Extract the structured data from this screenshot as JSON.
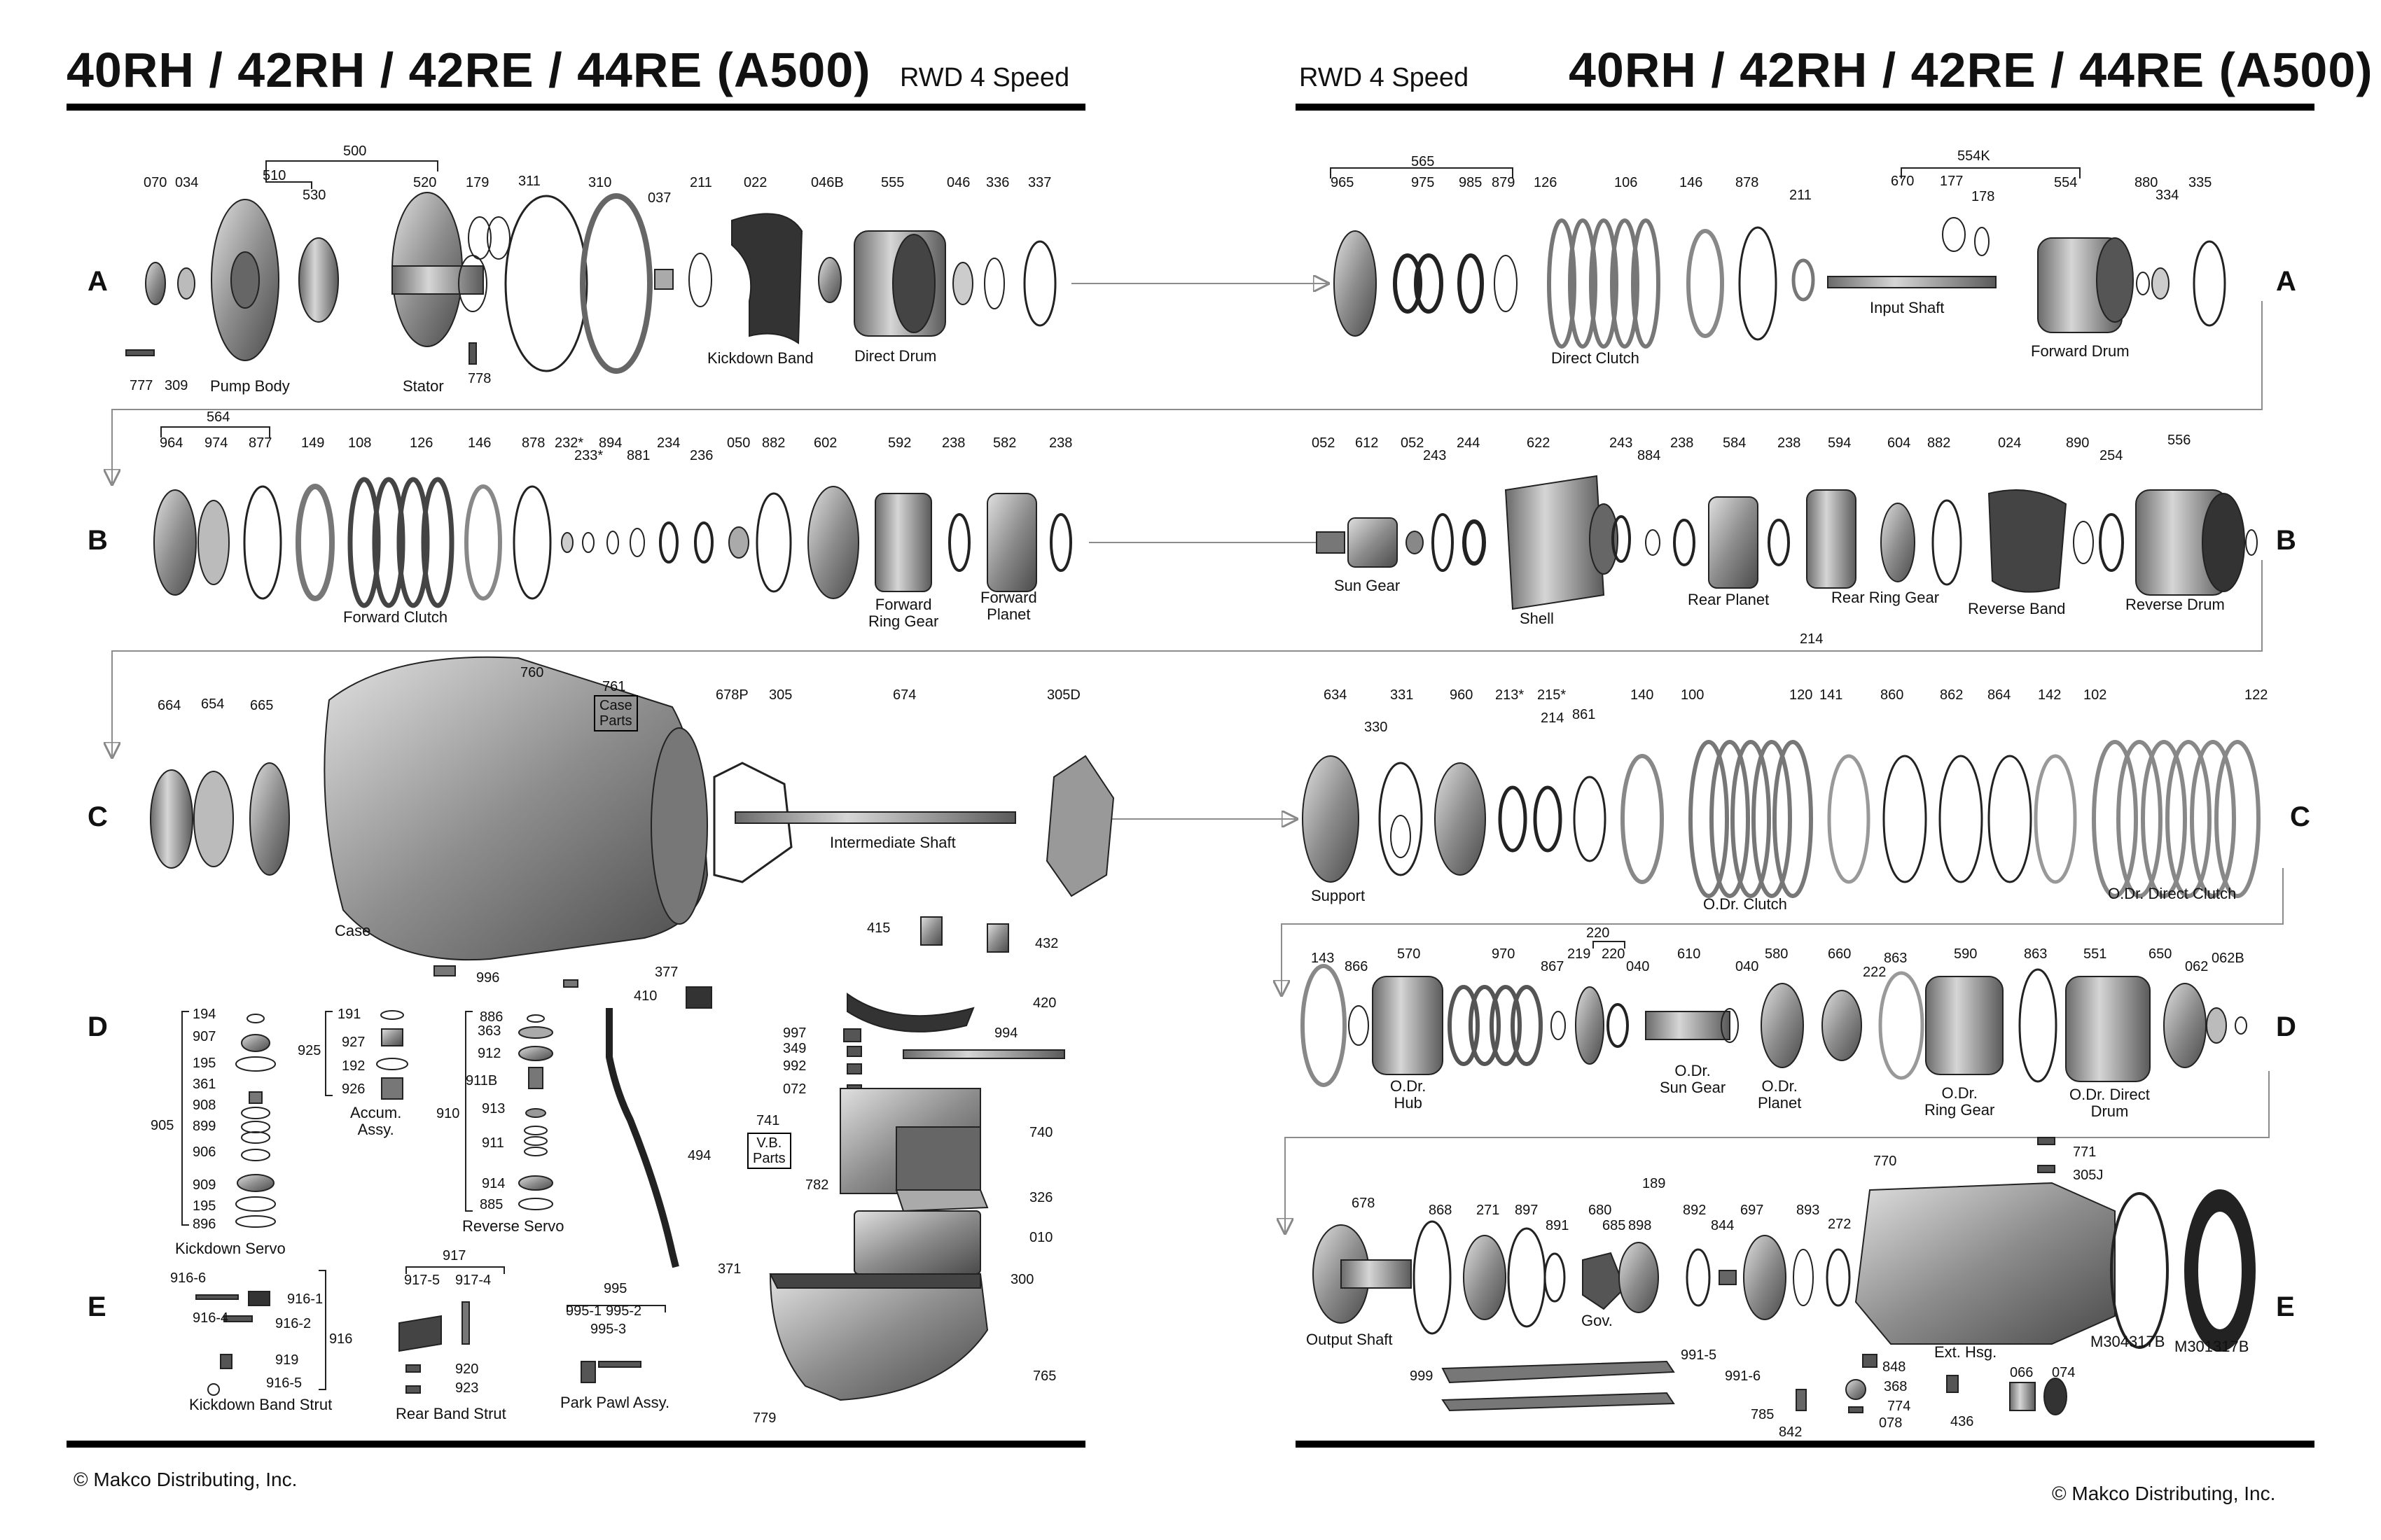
{
  "header": {
    "title_left": "40RH / 42RH / 42RE / 44RE (A500)",
    "subtitle_left": "RWD 4 Speed",
    "subtitle_right": "RWD 4 Speed",
    "title_right": "40RH / 42RH / 42RE / 44RE (A500)"
  },
  "footer": {
    "copyright_left": "© Makco Distributing, Inc.",
    "copyright_right": "© Makco Distributing, Inc."
  },
  "rows": [
    "A",
    "B",
    "C",
    "D",
    "E"
  ],
  "captions": {
    "pump_body": "Pump Body",
    "stator": "Stator",
    "kickdown_band": "Kickdown Band",
    "direct_drum": "Direct Drum",
    "direct_clutch": "Direct Clutch",
    "input_shaft": "Input Shaft",
    "forward_drum": "Forward Drum",
    "forward_clutch": "Forward Clutch",
    "forward_ring_gear": "Forward\nRing Gear",
    "forward_planet": "Forward\nPlanet",
    "sun_gear": "Sun Gear",
    "shell": "Shell",
    "rear_planet": "Rear Planet",
    "rear_ring_gear": "Rear Ring Gear",
    "reverse_band": "Reverse Band",
    "reverse_drum": "Reverse Drum",
    "case": "Case",
    "case_parts": "Case\nParts",
    "intermediate_shaft": "Intermediate Shaft",
    "support": "Support",
    "od_clutch": "O.Dr. Clutch",
    "od_direct_clutch": "O.Dr. Direct Clutch",
    "od_hub": "O.Dr.\nHub",
    "od_sun_gear": "O.Dr.\nSun Gear",
    "od_planet": "O.Dr.\nPlanet",
    "od_ring_gear": "O.Dr.\nRing Gear",
    "od_direct_drum": "O.Dr. Direct\nDrum",
    "kickdown_servo": "Kickdown Servo",
    "accum_assy": "Accum.\nAssy.",
    "reverse_servo": "Reverse Servo",
    "vb_parts": "V.B.\nParts",
    "kickdown_band_strut": "Kickdown Band Strut",
    "rear_band_strut": "Rear Band Strut",
    "park_pawl_assy": "Park Pawl Assy.",
    "output_shaft": "Output Shaft",
    "gov": "Gov.",
    "ext_hsg": "Ext. Hsg.",
    "m304317b": "M304317B",
    "m301317b": "M301317B"
  },
  "part_numbers": {
    "row_a_left": [
      "070",
      "034",
      "500",
      "510",
      "530",
      "520",
      "179",
      "311",
      "310",
      "037",
      "211",
      "022",
      "046B",
      "555",
      "046",
      "336",
      "337",
      "777",
      "309",
      "778"
    ],
    "row_a_right": [
      "565",
      "965",
      "975",
      "985",
      "879",
      "126",
      "106",
      "146",
      "878",
      "211",
      "554K",
      "670",
      "177",
      "178",
      "554",
      "880",
      "334",
      "335"
    ],
    "row_b_left": [
      "564",
      "964",
      "974",
      "877",
      "149",
      "108",
      "126",
      "146",
      "878",
      "232*",
      "233*",
      "894",
      "881",
      "234",
      "236",
      "050",
      "882",
      "602",
      "592",
      "238",
      "582",
      "238"
    ],
    "row_b_right": [
      "052",
      "612",
      "052",
      "243",
      "244",
      "622",
      "243",
      "884",
      "238",
      "584",
      "238",
      "594",
      "604",
      "882",
      "024",
      "890",
      "254",
      "556"
    ],
    "row_c_left": [
      "664",
      "654",
      "665",
      "760",
      "761",
      "678P",
      "305",
      "674",
      "305D"
    ],
    "row_c_right": [
      "214",
      "634",
      "331",
      "330",
      "960",
      "213*",
      "215*",
      "214",
      "861",
      "140",
      "100",
      "120",
      "141",
      "860",
      "862",
      "864",
      "142",
      "102",
      "122"
    ],
    "row_d_left": [
      "194",
      "907",
      "195",
      "361",
      "908",
      "899",
      "906",
      "909",
      "195",
      "896",
      "905",
      "191",
      "925",
      "927",
      "192",
      "926",
      "886",
      "363",
      "912",
      "911B",
      "910",
      "913",
      "911",
      "914",
      "885",
      "415",
      "432",
      "377",
      "410",
      "996",
      "420",
      "997",
      "349",
      "992",
      "072",
      "994",
      "741",
      "740",
      "494",
      "782",
      "326",
      "010",
      "371"
    ],
    "row_d_right": [
      "143",
      "866",
      "570",
      "970",
      "867",
      "220",
      "219",
      "220",
      "040",
      "610",
      "040",
      "580",
      "660",
      "863",
      "222",
      "590",
      "863",
      "551",
      "650",
      "062",
      "062B"
    ],
    "row_e_left": [
      "916-6",
      "916-1",
      "916-4",
      "916-2",
      "916",
      "919",
      "916-5",
      "917",
      "917-5",
      "917-4",
      "920",
      "923",
      "995",
      "995-1",
      "995-2",
      "995-3",
      "300",
      "765",
      "779"
    ],
    "row_e_right": [
      "678",
      "868",
      "271",
      "897",
      "891",
      "680",
      "685",
      "189",
      "898",
      "892",
      "844",
      "697",
      "893",
      "272",
      "770",
      "771",
      "305J",
      "999",
      "991-5",
      "991-6",
      "848",
      "368",
      "774",
      "078",
      "785",
      "842",
      "436",
      "066",
      "074"
    ]
  },
  "colors": {
    "ink": "#000000",
    "part_dark": "#555555",
    "part_mid": "#8a8a8a",
    "part_light": "#c4c4c4",
    "flow_line": "#888888"
  }
}
